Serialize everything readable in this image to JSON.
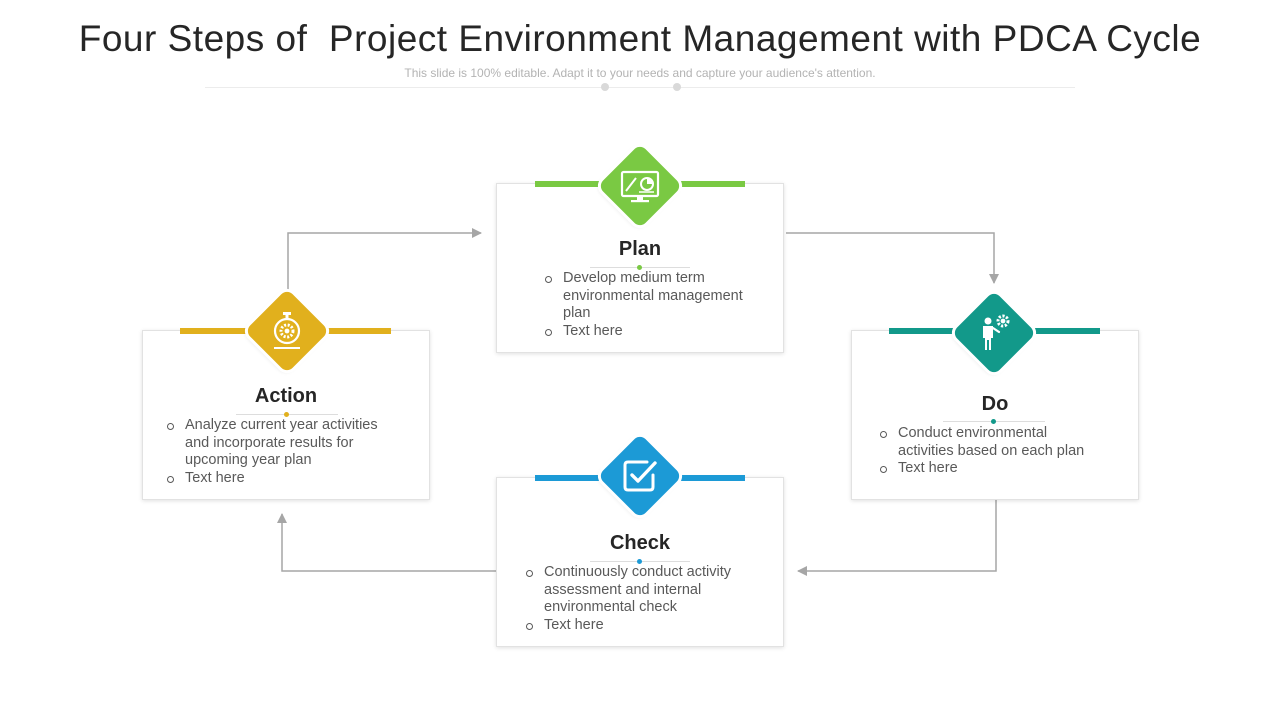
{
  "slide": {
    "title": "Four Steps of  Project Environment Management with PDCA Cycle",
    "subtitle": "This slide is 100% editable. Adapt it to your needs and capture your audience's attention."
  },
  "colors": {
    "plan": "#7ac943",
    "do": "#12998a",
    "check": "#1c9ad6",
    "action": "#e1b01d",
    "connector": "#a6a6a6"
  },
  "steps": {
    "plan": {
      "heading": "Plan",
      "icon": "monitor-chart-icon",
      "points": [
        "Develop medium term environmental management plan",
        "Text here"
      ]
    },
    "do": {
      "heading": "Do",
      "icon": "person-gear-icon",
      "points": [
        "Conduct environmental activities based on each plan",
        "Text here"
      ]
    },
    "check": {
      "heading": "Check",
      "icon": "checkbox-icon",
      "points": [
        "Continuously conduct activity assessment and internal environmental check",
        "Text here"
      ]
    },
    "action": {
      "heading": "Action",
      "icon": "stopwatch-gear-icon",
      "points": [
        "Analyze current year activities and incorporate results for upcoming year plan",
        "Text here"
      ]
    }
  }
}
